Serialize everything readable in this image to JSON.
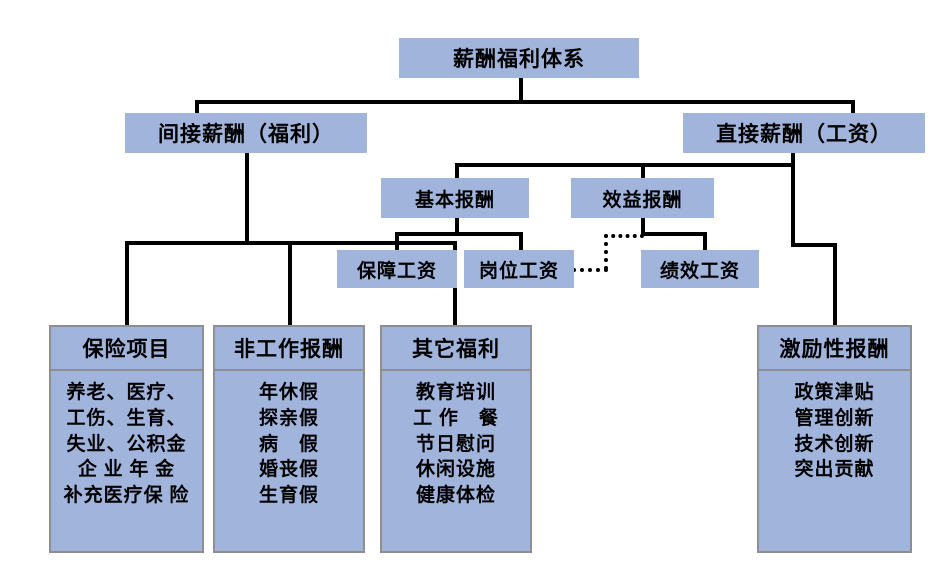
{
  "diagram": {
    "title": "薪酬福利体系",
    "nodes": {
      "root": {
        "label": "薪酬福利体系"
      },
      "indirect": {
        "label": "间接薪酬（福利）"
      },
      "direct": {
        "label": "直接薪酬（工资）"
      },
      "basic_pay": {
        "label": "基本报酬"
      },
      "benefit_pay": {
        "label": "效益报酬"
      },
      "guarantee_wage": {
        "label": "保障工资"
      },
      "post_wage": {
        "label": "岗位工资"
      },
      "performance_wage": {
        "label": "绩效工资"
      }
    },
    "panels": [
      {
        "key": "insurance",
        "header": "保险项目",
        "items": [
          "养老、医疗、",
          "工伤、生育、",
          "失业、公积金",
          "企 业 年 金",
          "补充医疗保 险"
        ]
      },
      {
        "key": "non_work_pay",
        "header": "非工作报酬",
        "items": [
          "年休假",
          "探亲假",
          "病　假",
          "婚丧假",
          "生育假"
        ]
      },
      {
        "key": "other_benefits",
        "header": "其它福利",
        "items": [
          "教育培训",
          "工 作　餐",
          "节日慰问",
          "休闲设施",
          "健康体检"
        ]
      },
      {
        "key": "incentive_pay",
        "header": "激励性报酬",
        "items": [
          "政策津贴",
          "管理创新",
          "技术创新",
          "突出贡献"
        ]
      }
    ],
    "colors": {
      "node_fill": "#a0b4dc",
      "panel_border": "#8e8e8e",
      "connector": "#000000",
      "text": "#000000",
      "background": "#ffffff"
    }
  }
}
